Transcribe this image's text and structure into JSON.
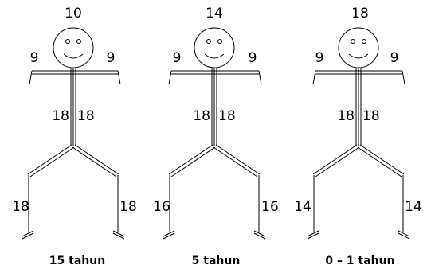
{
  "figures": [
    {
      "head": "10",
      "arm_left": "9",
      "arm_right": "9",
      "trunk_left": "18",
      "trunk_right": "18",
      "leg_left": "18",
      "leg_right": "18",
      "caption": "15 tahun"
    },
    {
      "head": "14",
      "arm_left": "9",
      "arm_right": "9",
      "trunk_left": "18",
      "trunk_right": "18",
      "leg_left": "16",
      "leg_right": "16",
      "caption": "5 tahun"
    },
    {
      "head": "18",
      "arm_left": "9",
      "arm_right": "9",
      "trunk_left": "18",
      "trunk_right": "18",
      "leg_left": "14",
      "leg_right": "14",
      "caption": "0 – 1 tahun"
    }
  ]
}
